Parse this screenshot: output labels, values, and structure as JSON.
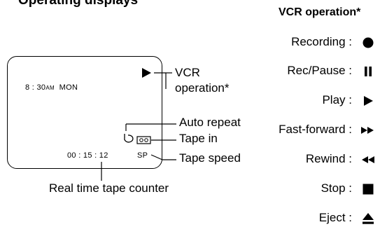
{
  "header": {
    "title_partial": "Operating displays"
  },
  "screen": {
    "time": "8 : 30",
    "ampm": "AM",
    "day": "MON",
    "counter": "00 : 15 : 12",
    "speed": "SP"
  },
  "callouts": {
    "vcr_op_line1": "VCR",
    "vcr_op_line2": "operation*",
    "auto_repeat": "Auto repeat",
    "tape_in": "Tape in",
    "tape_speed": "Tape speed",
    "counter": "Real time tape counter"
  },
  "panel": {
    "title": "VCR operation*",
    "items": [
      {
        "label": "Recording :",
        "icon": "record-dot-icon"
      },
      {
        "label": "Rec/Pause :",
        "icon": "pause-icon"
      },
      {
        "label": "Play :",
        "icon": "play-icon"
      },
      {
        "label": "Fast-forward :",
        "icon": "fast-forward-icon"
      },
      {
        "label": "Rewind :",
        "icon": "rewind-icon"
      },
      {
        "label": "Stop :",
        "icon": "stop-icon"
      },
      {
        "label": "Eject :",
        "icon": "eject-icon"
      }
    ]
  }
}
